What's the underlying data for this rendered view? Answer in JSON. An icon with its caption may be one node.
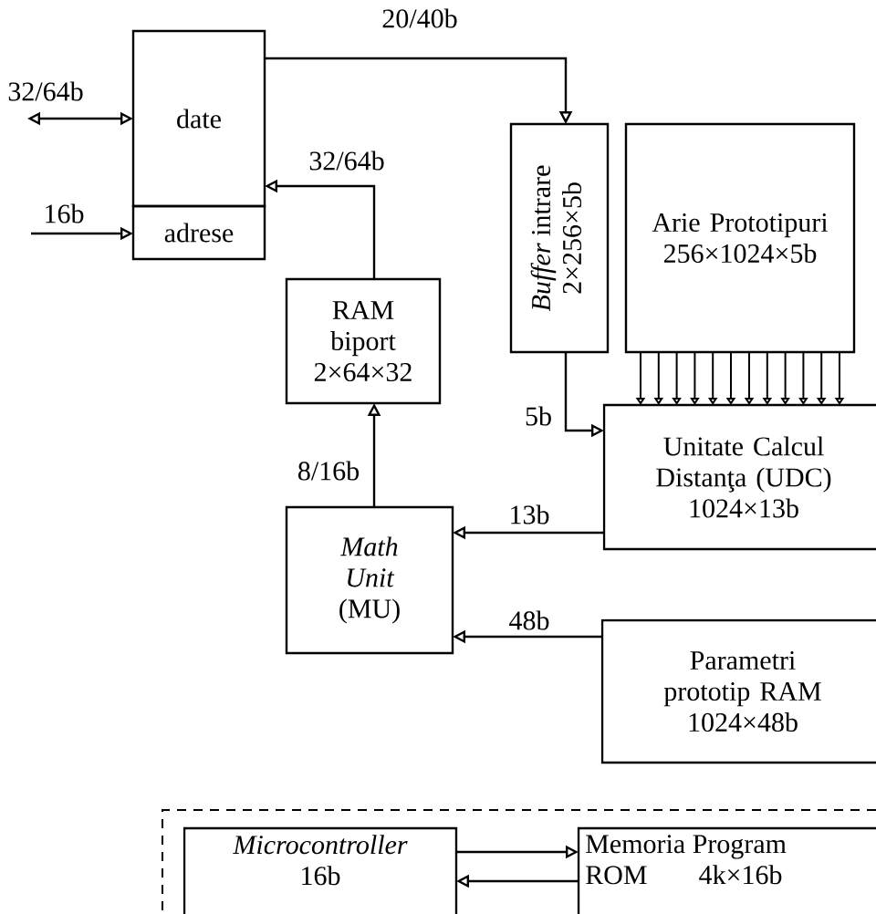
{
  "diagram": {
    "nodes": [
      {
        "text": [
          "date"
        ]
      },
      {
        "text": [
          "adrese"
        ]
      },
      {
        "text": [
          "*Buffer* intrare",
          "2×256×5b"
        ]
      },
      {
        "text": [
          "Arie Prototipuri 256×1024×5b"
        ]
      },
      {
        "text": [
          "RAM biport 2×64×32"
        ]
      },
      {
        "text": [
          "Unitate Calcul Distanţa (UDC) 1024×13b"
        ]
      },
      {
        "text": [
          "*Math Unit* (MU)"
        ]
      },
      {
        "text": [
          "Parametri prototip RAM 1024×48b"
        ]
      },
      {
        "text": [],
        "shape": "box"
      },
      {
        "text": [
          "*Microcontroller* 16b"
        ],
        "in": 8
      },
      {
        "text": [
          "Memoria Program",
          "ROM",
          "4k×16b"
        ],
        "in": 8
      }
    ],
    "edges": [
      {
        "from": null,
        "to": 0,
        "arrow": "both",
        "label": "32/64b"
      },
      {
        "from": null,
        "to": 1,
        "arrow": "to",
        "label": "16b"
      },
      {
        "from": 0,
        "to": 2,
        "arrow": "to",
        "label": "20/40b"
      },
      {
        "from": 4,
        "to": 0,
        "arrow": "to",
        "label": "32/64b"
      },
      {
        "from": 6,
        "to": 4,
        "arrow": "to",
        "label": "8/16b"
      },
      {
        "from": 2,
        "to": 5,
        "arrow": "to",
        "label": "5b"
      },
      {
        "from": 3,
        "to": 5,
        "arrow": "to"
      },
      {
        "from": 5,
        "to": 6,
        "arrow": "to",
        "label": "13b"
      },
      {
        "from": 7,
        "to": 6,
        "arrow": "to",
        "label": "48b"
      },
      {
        "from": 9,
        "to": 10,
        "arrow": "to"
      },
      {
        "from": 10,
        "to": 9,
        "arrow": "to"
      }
    ]
  }
}
